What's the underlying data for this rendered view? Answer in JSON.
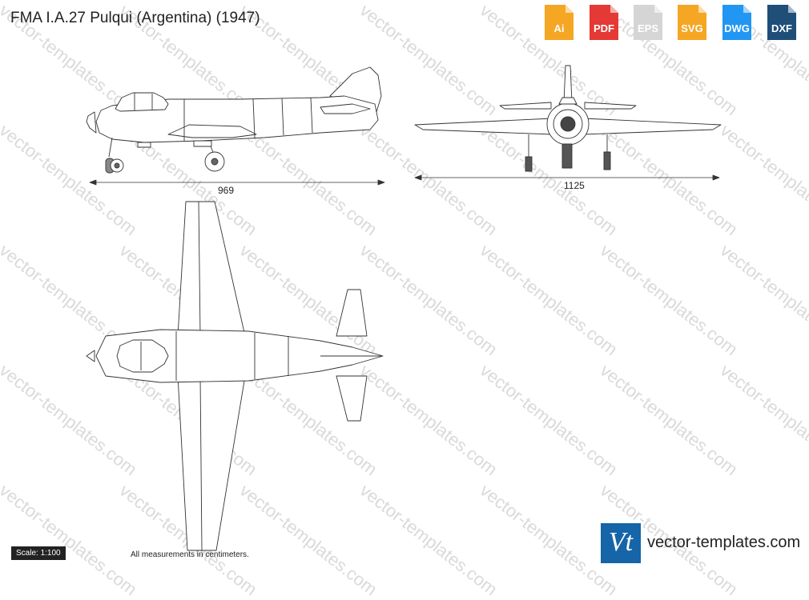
{
  "title": "FMA I.A.27 Pulqui (Argentina) (1947)",
  "formats": [
    {
      "label": "Ai",
      "color": "#f5a623"
    },
    {
      "label": "PDF",
      "color": "#e53935"
    },
    {
      "label": "EPS",
      "color": "#d5d5d5"
    },
    {
      "label": "SVG",
      "color": "#f5a623"
    },
    {
      "label": "DWG",
      "color": "#2196f3"
    },
    {
      "label": "DXF",
      "color": "#1f4e79"
    }
  ],
  "watermark": "vector-templates.com",
  "dimensions": {
    "length": "969",
    "span": "1125"
  },
  "scale": "Scale: 1:100",
  "note": "All measurements in centimeters.",
  "brand": {
    "logo": "Vt",
    "name": "vector-templates.com"
  }
}
